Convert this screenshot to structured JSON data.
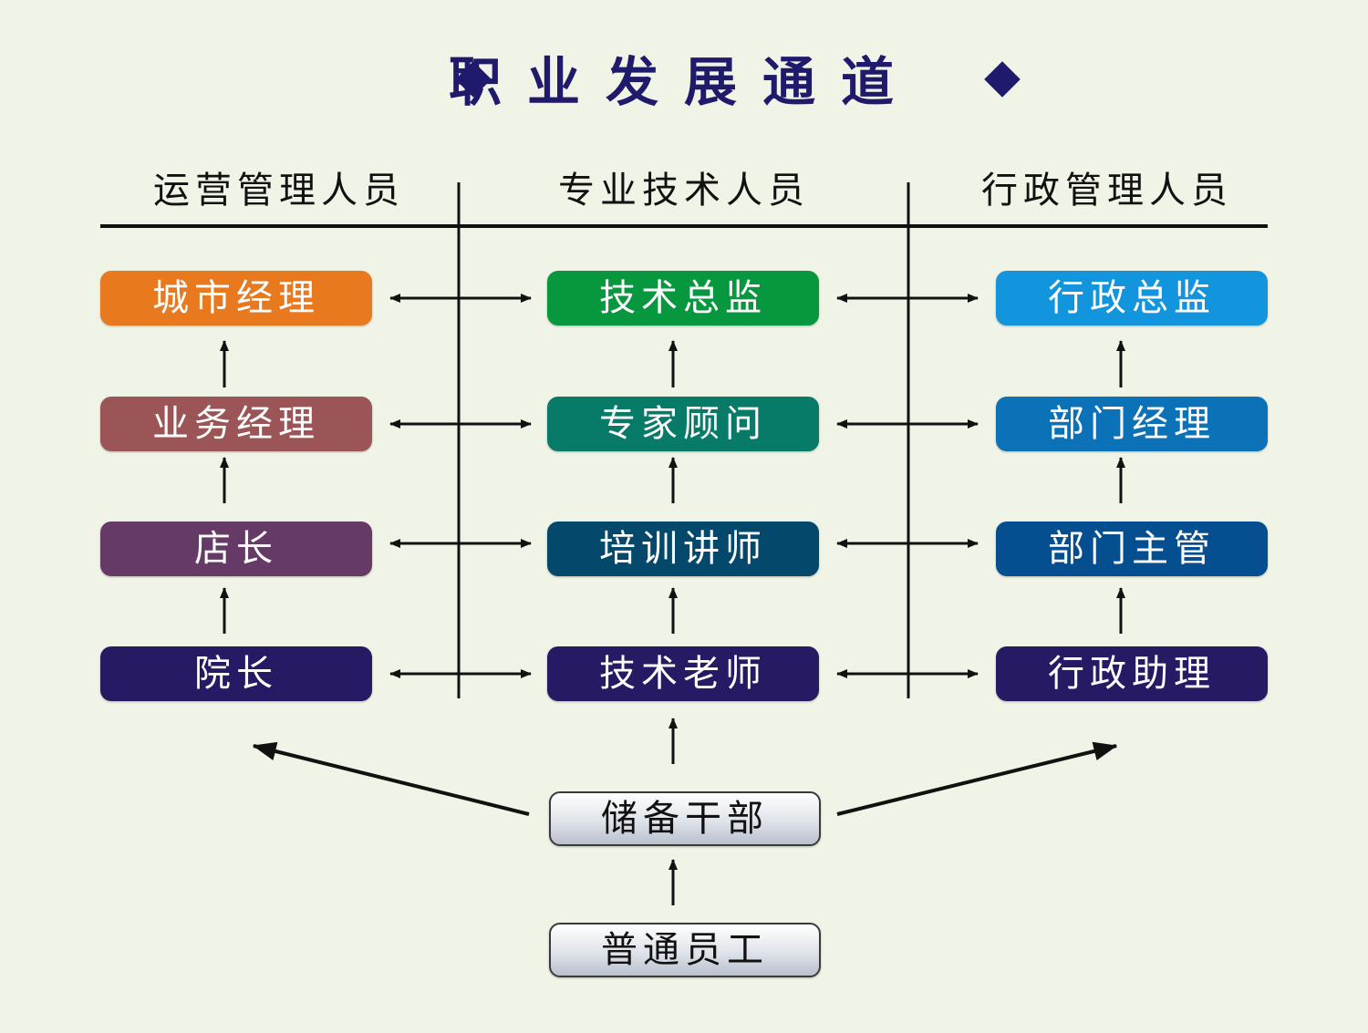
{
  "title": "职业发展通道",
  "columns": [
    {
      "header": "运营管理人员",
      "color_top": "#e8791e"
    },
    {
      "header": "专业技术人员"
    },
    {
      "header": "行政管理人员"
    }
  ],
  "tracks": {
    "operations": [
      "城市经理",
      "业务经理",
      "店长",
      "院长"
    ],
    "technical": [
      "技术总监",
      "专家顾问",
      "培训讲师",
      "技术老师"
    ],
    "admin": [
      "行政总监",
      "部门经理",
      "部门主管",
      "行政助理"
    ]
  },
  "base": {
    "reserve": "储备干部",
    "staff": "普通员工"
  },
  "colors": {
    "background": "#f0f4e6",
    "title": "#1f1a6b",
    "operations": [
      "#e8791e",
      "#9b5556",
      "#663a66",
      "#251a63"
    ],
    "technical": [
      "#07983f",
      "#087a68",
      "#04486c",
      "#251a63"
    ],
    "admin": [
      "#1295dd",
      "#0c72b8",
      "#054e8f",
      "#251a63"
    ]
  }
}
